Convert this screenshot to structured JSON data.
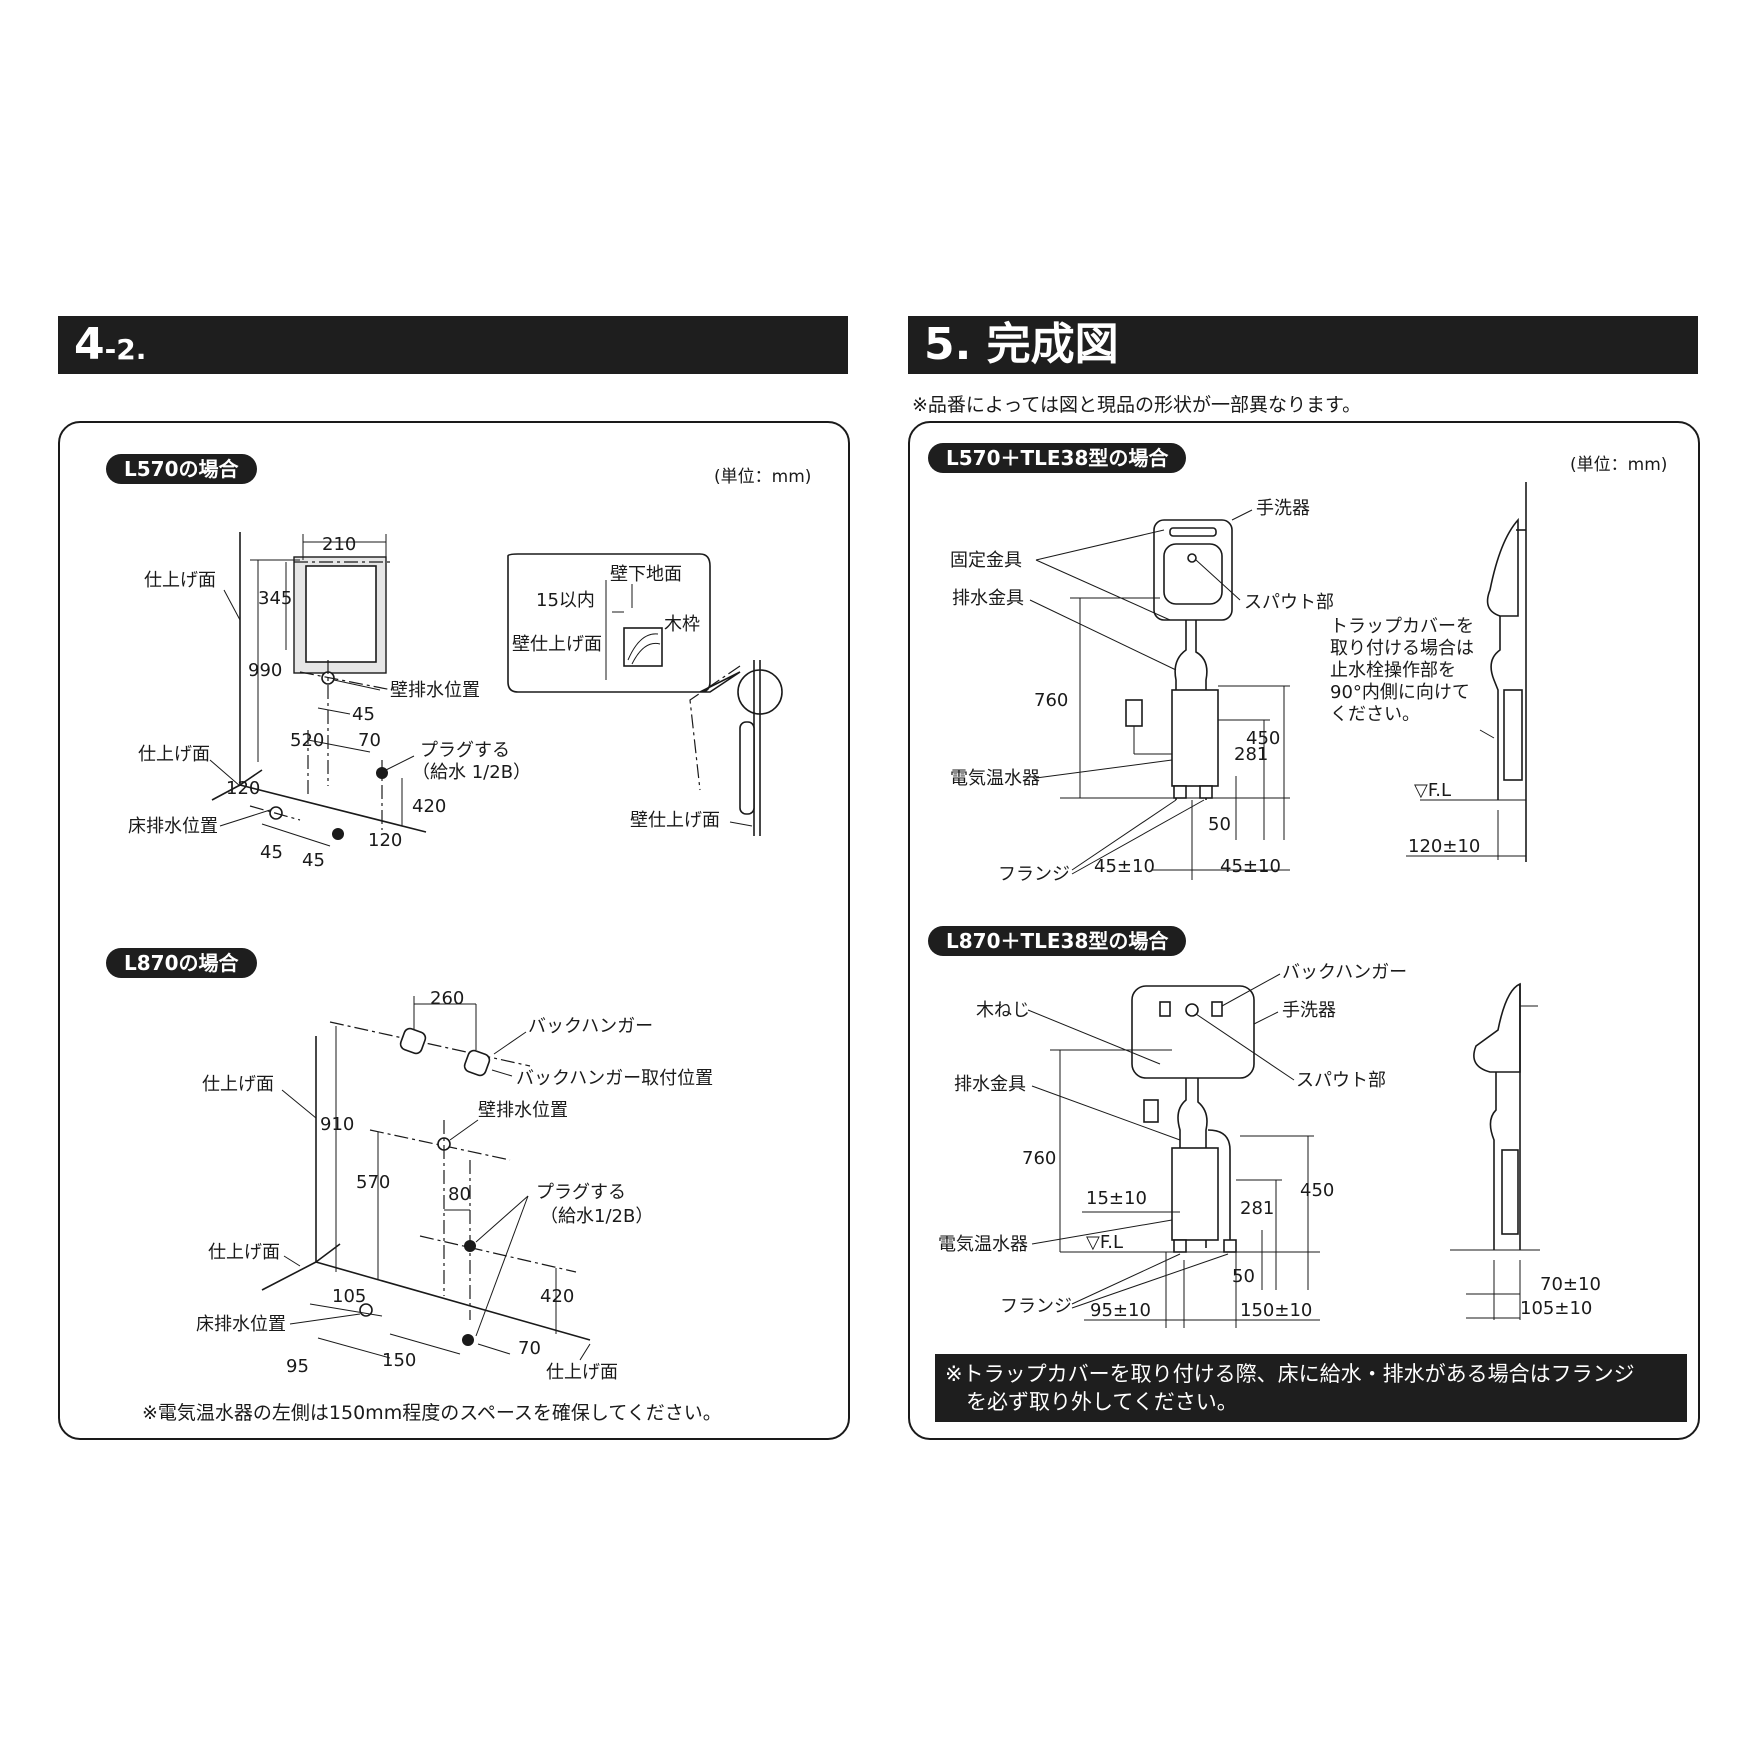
{
  "left": {
    "heading_main": "4",
    "heading_sub": "-2.",
    "l570": {
      "title": "L570の場合",
      "unit": "(単位：mm)",
      "labels": {
        "finish_wall": "仕上げ面",
        "finish_floor": "仕上げ面",
        "wall_drain": "壁排水位置",
        "plug1": "プラグする",
        "plug2": "（給水 1/2B）",
        "floor_drain": "床排水位置",
        "detail_floor": "壁下地面",
        "detail_within": "15以内",
        "detail_wall_finish": "壁仕上げ面",
        "detail_frame": "木枠",
        "wall_finish_side": "壁仕上げ面"
      },
      "dims": {
        "d210": "210",
        "d345": "345",
        "d990": "990",
        "d45a": "45",
        "d520": "520",
        "d70": "70",
        "d420": "420",
        "d120a": "120",
        "d120b": "120",
        "d45b": "45",
        "d45c": "45"
      }
    },
    "l870": {
      "title": "L870の場合",
      "labels": {
        "finish_wall": "仕上げ面",
        "finish_floor": "仕上げ面",
        "finish_floor2": "仕上げ面",
        "back_hanger": "バックハンガー",
        "back_hanger_pos": "バックハンガー取付位置",
        "wall_drain": "壁排水位置",
        "plug1": "プラグする",
        "plug2": "（給水1/2B）",
        "floor_drain": "床排水位置"
      },
      "dims": {
        "d260": "260",
        "d910": "910",
        "d570": "570",
        "d80": "80",
        "d420": "420",
        "d105": "105",
        "d95": "95",
        "d150": "150",
        "d70": "70"
      },
      "note": "※電気温水器の左側は150mm程度のスペースを確保してください。"
    }
  },
  "right": {
    "heading": "5. 完成図",
    "subnote": "※品番によっては図と現品の形状が一部異なります。",
    "l570": {
      "title": "L570＋TLE38型の場合",
      "unit": "(単位：mm)",
      "labels": {
        "basin": "手洗器",
        "bracket": "固定金具",
        "spout": "スパウト部",
        "drain_fitting": "排水金具",
        "heater": "電気温水器",
        "flange": "フランジ",
        "fl": "▽F.L",
        "trap_note": [
          "トラップカバーを",
          "取り付ける場合は",
          "止水栓操作部を",
          "90°内側に向けて",
          "ください。"
        ]
      },
      "dims": {
        "d760": "760",
        "d450": "450",
        "d281": "281",
        "d50": "50",
        "d45a": "45±10",
        "d45b": "45±10",
        "d120": "120±10"
      }
    },
    "l870": {
      "title": "L870＋TLE38型の場合",
      "labels": {
        "back_hanger": "バックハンガー",
        "basin": "手洗器",
        "screw": "木ねじ",
        "spout": "スパウト部",
        "drain_fitting": "排水金具",
        "heater": "電気温水器",
        "flange": "フランジ",
        "fl": "▽F.L"
      },
      "dims": {
        "d760": "760",
        "d15": "15±10",
        "d450": "450",
        "d281": "281",
        "d50": "50",
        "d95": "95±10",
        "d150": "150±10",
        "d70": "70±10",
        "d105": "105±10"
      }
    },
    "warning": [
      "※トラップカバーを取り付ける際、床に給水・排水がある場合はフランジ",
      "　を必ず取り外してください。"
    ]
  }
}
